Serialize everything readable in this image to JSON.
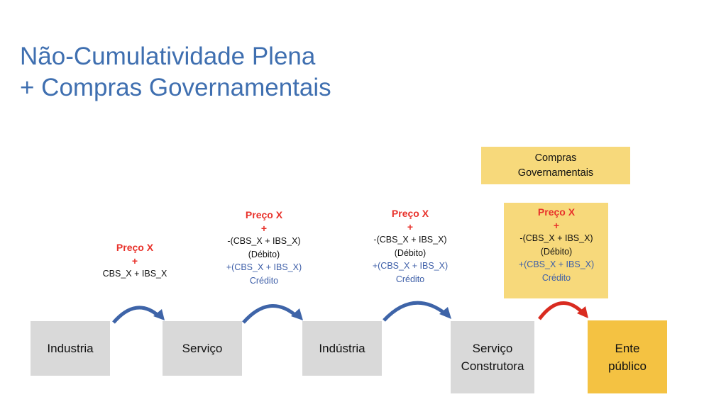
{
  "title": {
    "line1": "Não-Cumulatividade Plena",
    "line2": "+ Compras Governamentais"
  },
  "compras_label": {
    "line1": "Compras",
    "line2": "Governamentais"
  },
  "nodes": [
    {
      "line1": "Industria"
    },
    {
      "line1": "Serviço"
    },
    {
      "line1": "Indústria"
    },
    {
      "line1": "Serviço",
      "line2": "Construtora"
    },
    {
      "line1": "Ente",
      "line2": "público"
    }
  ],
  "steps": [
    {
      "price": "Preço X",
      "plus": "+",
      "tax": "CBS_X + IBS_X"
    },
    {
      "price": "Preço X",
      "plus": "+",
      "debit": "-(CBS_X + IBS_X)",
      "debit_label": "(Débito)",
      "credit": "+(CBS_X + IBS_X)",
      "credit_label": "Crédito"
    },
    {
      "price": "Preço X",
      "plus": "+",
      "debit": "-(CBS_X + IBS_X)",
      "debit_label": "(Débito)",
      "credit": "+(CBS_X + IBS_X)",
      "credit_label": "Crédito"
    },
    {
      "price": "Preço X",
      "plus": "+",
      "debit": "-(CBS_X + IBS_X)",
      "debit_label": "(Débito)",
      "credit": "+(CBS_X + IBS_X)",
      "credit_label": "Crédito"
    }
  ],
  "colors": {
    "title": "#3f6fb0",
    "grey": "#d9d9d9",
    "yellow_light": "#f7d97b",
    "yellow": "#f4c242",
    "arrow_blue": "#3e64a8",
    "arrow_red": "#d92b20"
  }
}
